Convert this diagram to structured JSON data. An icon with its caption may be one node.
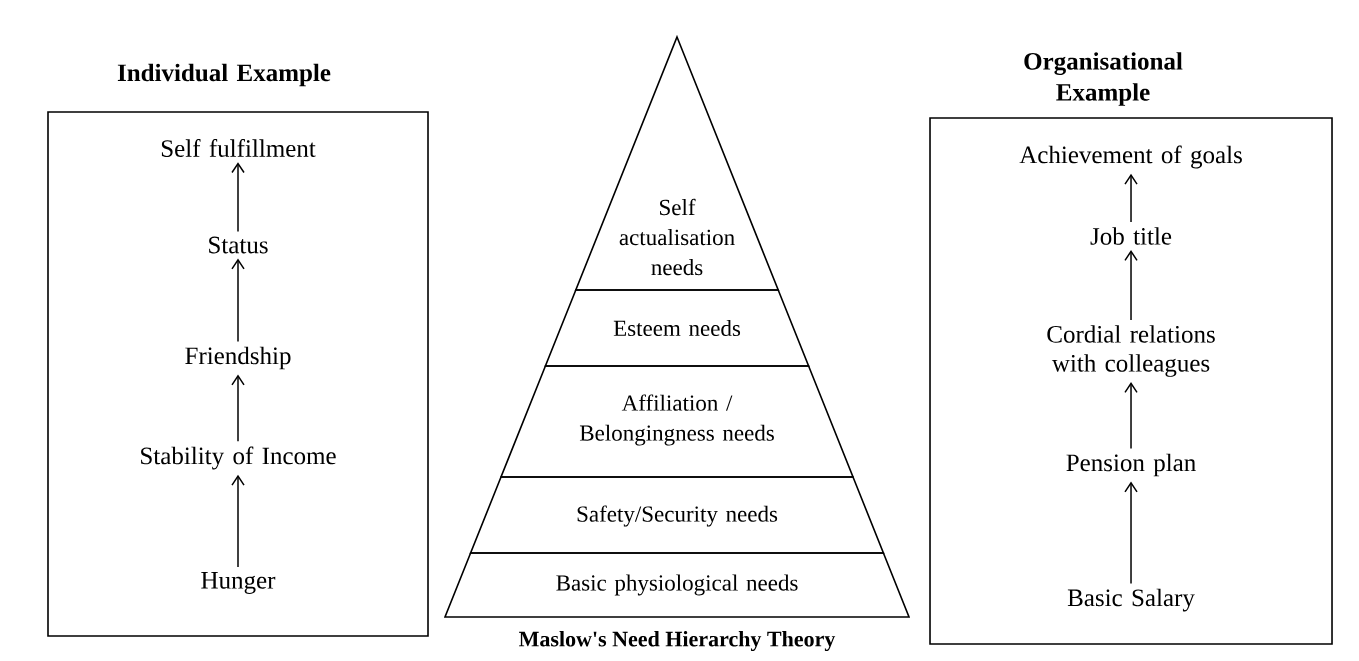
{
  "diagram": {
    "caption": "Maslow's Need Hierarchy Theory",
    "nodes": [
      {
        "text": [
          "Individual Example"
        ]
      },
      {
        "text": [
          "Self fulfillment"
        ],
        "in": 0
      },
      {
        "text": [
          "Status"
        ],
        "in": 0
      },
      {
        "text": [
          "Friendship"
        ],
        "in": 0
      },
      {
        "text": [
          "Stability of Income"
        ],
        "in": 0
      },
      {
        "text": [
          "Hunger"
        ],
        "in": 0
      },
      {
        "text": [
          "Self actualisation needs"
        ]
      },
      {
        "text": [
          "Esteem needs"
        ]
      },
      {
        "text": [
          "Affiliation / Belongingness needs"
        ]
      },
      {
        "text": [
          "Safety/Security needs"
        ]
      },
      {
        "text": [
          "Basic physiological needs"
        ]
      },
      {
        "text": [
          "Organisational Example"
        ]
      },
      {
        "text": [
          "Achievement of goals"
        ],
        "in": 11
      },
      {
        "text": [
          "Job title"
        ],
        "in": 11
      },
      {
        "text": [
          "Cordial relations with colleagues"
        ],
        "in": 11
      },
      {
        "text": [
          "Pension plan"
        ],
        "in": 11
      },
      {
        "text": [
          "Basic Salary"
        ],
        "in": 11
      }
    ],
    "edges": [
      {
        "from": 5,
        "to": 4,
        "arrow": "to"
      },
      {
        "from": 4,
        "to": 3,
        "arrow": "to"
      },
      {
        "from": 3,
        "to": 2,
        "arrow": "to"
      },
      {
        "from": 2,
        "to": 1,
        "arrow": "to"
      },
      {
        "from": 16,
        "to": 15,
        "arrow": "to"
      },
      {
        "from": 15,
        "to": 14,
        "arrow": "to"
      },
      {
        "from": 14,
        "to": 13,
        "arrow": "to"
      },
      {
        "from": 13,
        "to": 12,
        "arrow": "to"
      }
    ]
  }
}
